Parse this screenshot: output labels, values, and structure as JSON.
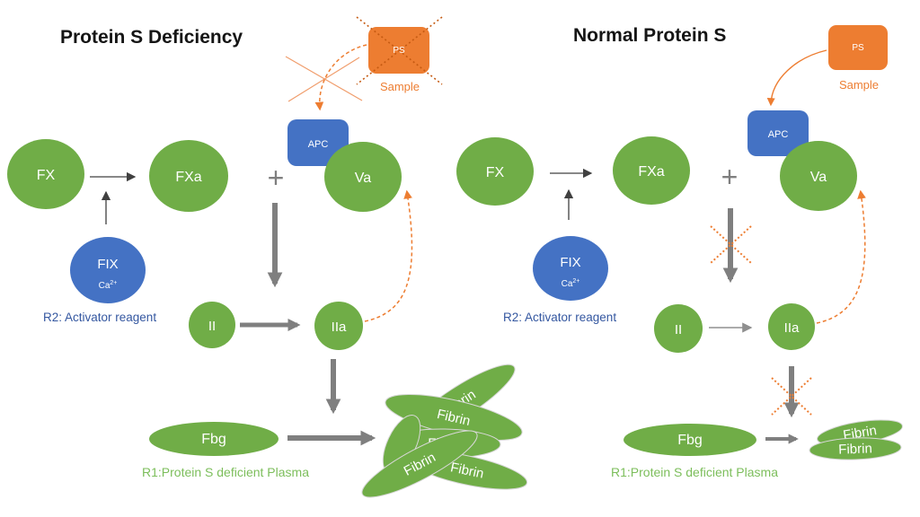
{
  "colors": {
    "green": "#70AD47",
    "blue": "#4472C4",
    "orange": "#ED7D31",
    "orange_dark": "#C55A11",
    "gray_arrow": "#7F7F7F",
    "black_arrow": "#404040",
    "r2_text_blue": "#3457A0",
    "r1_text_green": "#7CBE5B",
    "title_text": "#151515"
  },
  "left": {
    "title": "Protein S Deficiency",
    "sample_label": "Sample",
    "r2_label": "R2: Activator reagent",
    "r1_label": "R1:Protein S deficient Plasma"
  },
  "right": {
    "title": "Normal Protein S",
    "sample_label": "Sample",
    "r2_label": "R2: Activator reagent",
    "r1_label": "R1:Protein S deficient Plasma"
  },
  "nodes": {
    "ps": "PS",
    "apc": "APC",
    "va": "Va",
    "plus": "+",
    "fx": "FX",
    "fxa": "FXa",
    "fix": "FIX",
    "ca_base": "Ca",
    "ca_sup": "2+",
    "ii": "II",
    "iia": "IIa",
    "fbg": "Fbg",
    "fibrin": "Fibrin"
  }
}
